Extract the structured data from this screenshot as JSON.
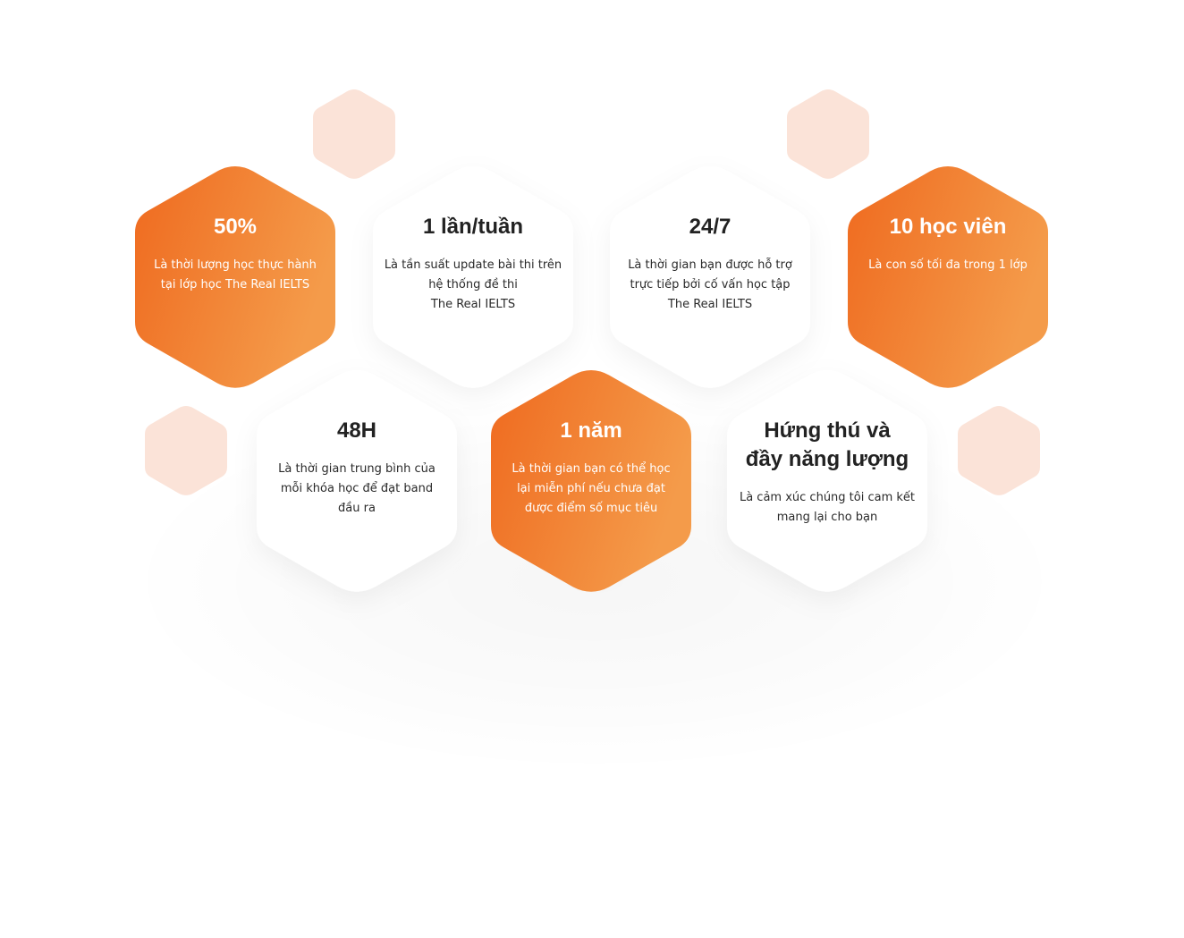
{
  "colors": {
    "orange_start": "#f06a20",
    "orange_end": "#f59a48",
    "white_card": "#ffffff",
    "decor_peach": "#fbe3d8"
  },
  "cards": [
    {
      "title": "50%",
      "desc_lines": [
        "Là thời lượng học thực hành",
        "tại lớp học The Real IELTS"
      ],
      "style": "orange"
    },
    {
      "title": "1 lần/tuần",
      "desc_lines": [
        "Là tần suất update bài thi trên",
        "hệ thống đề thi",
        "The Real IELTS"
      ],
      "style": "white"
    },
    {
      "title": "24/7",
      "desc_lines": [
        "Là thời gian bạn được hỗ trợ",
        "trực tiếp bởi cố vấn học tập",
        "The Real IELTS"
      ],
      "style": "white"
    },
    {
      "title": "10 học viên",
      "desc_lines": [
        "Là con số tối đa trong 1 lớp"
      ],
      "style": "orange"
    },
    {
      "title": "48H",
      "desc_lines": [
        "Là thời gian trung bình của",
        "mỗi khóa học để đạt band",
        "đầu ra"
      ],
      "style": "white"
    },
    {
      "title": "1 năm",
      "desc_lines": [
        "Là thời gian bạn có thể học",
        "lại miễn phí nếu chưa đạt",
        "được điểm số mục tiêu"
      ],
      "style": "orange"
    },
    {
      "title_lines": [
        "Hứng thú và",
        "đầy năng lượng"
      ],
      "desc_lines": [
        "Là cảm xúc chúng tôi cam kết",
        "mang lại cho bạn"
      ],
      "style": "white"
    }
  ]
}
